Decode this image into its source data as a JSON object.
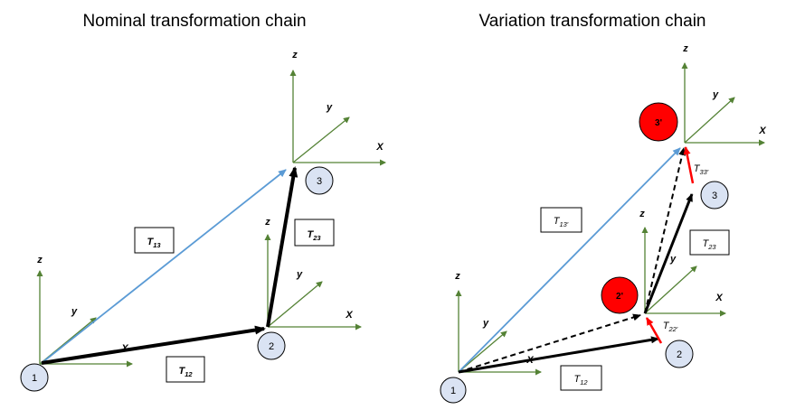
{
  "titles": {
    "left": "Nominal transformation chain",
    "right": "Variation transformation chain"
  },
  "axis_labels": {
    "x": "X",
    "y": "y",
    "z": "z"
  },
  "transforms": {
    "t13": {
      "base": "T",
      "sub": "13"
    },
    "t12": {
      "base": "T",
      "sub": "12"
    },
    "t23": {
      "base": "T",
      "sub": "23"
    },
    "t13p": {
      "base": "T",
      "sub": "13'"
    },
    "t22p": {
      "base": "T",
      "sub": "22'"
    },
    "t33p": {
      "base": "T",
      "sub": "33'"
    }
  },
  "nodes": {
    "n1": "1",
    "n2": "2",
    "n3": "3",
    "n2p": "2'",
    "n3p": "3'"
  },
  "colors": {
    "axis_green": "#548235",
    "arrow_blue": "#5B9BD5",
    "arrow_black": "#000000",
    "arrow_red": "#FF0000",
    "node_fill": "#DAE3F3",
    "node_red": "#FF0000"
  }
}
